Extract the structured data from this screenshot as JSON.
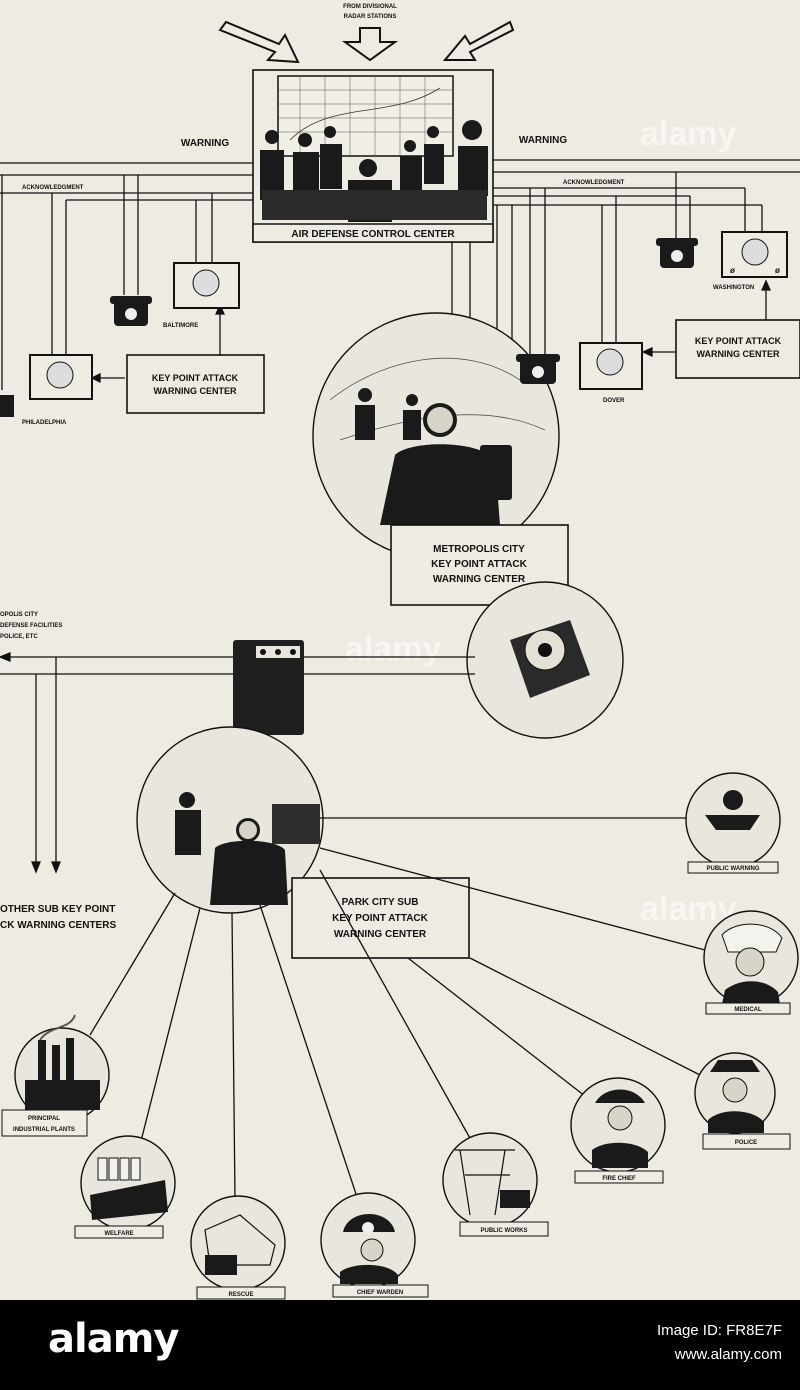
{
  "top_label_1": "FROM DIVISIONAL",
  "top_label_2": "RADAR STATIONS",
  "warning_left": "WARNING",
  "warning_right": "WARNING",
  "ack_left": "ACKNOWLEDGMENT",
  "ack_right": "ACKNOWLEDGMENT",
  "air_defense": "AIR DEFENSE CONTROL CENTER",
  "washington": "WASHINGTON",
  "baltimore": "BALTIMORE",
  "philadelphia": "PHILADELPHIA",
  "dover": "DOVER",
  "kpawc_left_1": "KEY POINT ATTACK",
  "kpawc_left_2": "WARNING CENTER",
  "kpawc_right_1": "KEY POINT ATTACK",
  "kpawc_right_2": "WARNING CENTER",
  "metro_1": "METROPOLIS CITY",
  "metro_2": "KEY POINT ATTACK",
  "metro_3": "WARNING CENTER",
  "metro_note_1": "OPOLIS CITY",
  "metro_note_2": "DEFENSE FACILITIES",
  "metro_note_3": "POLICE, ETC",
  "other_sub_1": "OTHER SUB KEY POINT",
  "other_sub_2": "CK WARNING CENTERS",
  "park_1": "PARK CITY SUB",
  "park_2": "KEY POINT ATTACK",
  "park_3": "WARNING CENTER",
  "public_warning": "PUBLIC WARNING",
  "medical": "MEDICAL",
  "police": "POLICE",
  "fire_chief": "FIRE CHIEF",
  "public_works": "PUBLIC WORKS",
  "chief_warden": "CHIEF WARDEN",
  "rescue": "RESCUE",
  "welfare": "WELFARE",
  "industrial_1": "PRINCIPAL",
  "industrial_2": "INDUSTRIAL PLANTS",
  "watermark": "alamy",
  "footer_logo": "alamy",
  "footer_id": "Image ID: FR8E7F",
  "footer_url": "www.alamy.com"
}
